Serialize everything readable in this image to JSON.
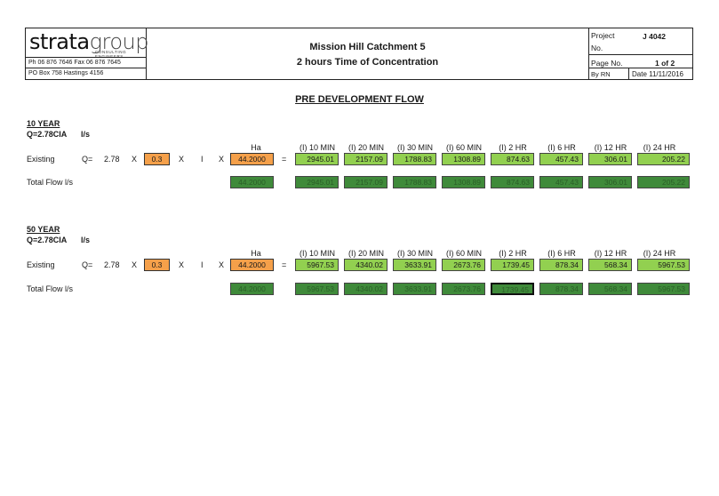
{
  "header": {
    "logo_main": "strata",
    "logo_group": "group",
    "logo_sub": "CONSULTING ENGINEERS",
    "phone_fax": "Ph 06 876 7646   Fax 06 876 7645",
    "po_box": "PO Box 758 Hastings 4156",
    "title": "Mission Hill Catchment 5",
    "subtitle": "2 hours Time of Concentration",
    "project_label": "Project",
    "project_no_label": "No.",
    "project_value": "J 4042",
    "page_label": "Page No.",
    "page_value": "1 of 2",
    "by_label": "By  RN",
    "date_label": "Date 11/11/2016"
  },
  "main_title": "PRE DEVELOPMENT FLOW",
  "column_headers": [
    "(I) 10 MIN",
    "(I) 20 MIN",
    "(I) 30 MIN",
    "(I) 60 MIN",
    "(I) 2 HR",
    "(I) 6 HR",
    "(I) 12 HR",
    "(I) 24 HR"
  ],
  "formula_parts": {
    "q": "Q=",
    "coef": "2.78",
    "x": "X",
    "i": "I",
    "eq": "=",
    "ha_label": "Ha",
    "units": "l/s"
  },
  "sections": [
    {
      "title": "10 YEAR",
      "formula": "Q=2.78CIA",
      "units": "l/s",
      "row_label": "Existing",
      "total_label": "Total Flow l/s",
      "c_value": "0.3",
      "area": "44.2000",
      "existing": [
        "2945.01",
        "2157.09",
        "1788.83",
        "1308.89",
        "874.63",
        "457.43",
        "306.01",
        "205.22"
      ],
      "total_area": "44.2000",
      "total": [
        "2945.01",
        "2157.09",
        "1788.83",
        "1308.89",
        "874.63",
        "457.43",
        "306.01",
        "205.22"
      ]
    },
    {
      "title": "50 YEAR",
      "formula": "Q=2.78CIA",
      "units": "l/s",
      "row_label": "Existing",
      "total_label": "Total Flow l/s",
      "c_value": "0.3",
      "area": "44.2000",
      "existing": [
        "5967.53",
        "4340.02",
        "3633.91",
        "2673.76",
        "1739.45",
        "878.34",
        "568.34",
        "5967.53"
      ],
      "total_area": "44.2000",
      "total": [
        "5967.53",
        "4340.02",
        "3633.91",
        "2673.76",
        "1739.45",
        "878.34",
        "568.34",
        "5967.53"
      ]
    }
  ],
  "colors": {
    "orange": "#f5a04a",
    "light_green": "#92d050",
    "dark_green": "#3f8a3a"
  }
}
